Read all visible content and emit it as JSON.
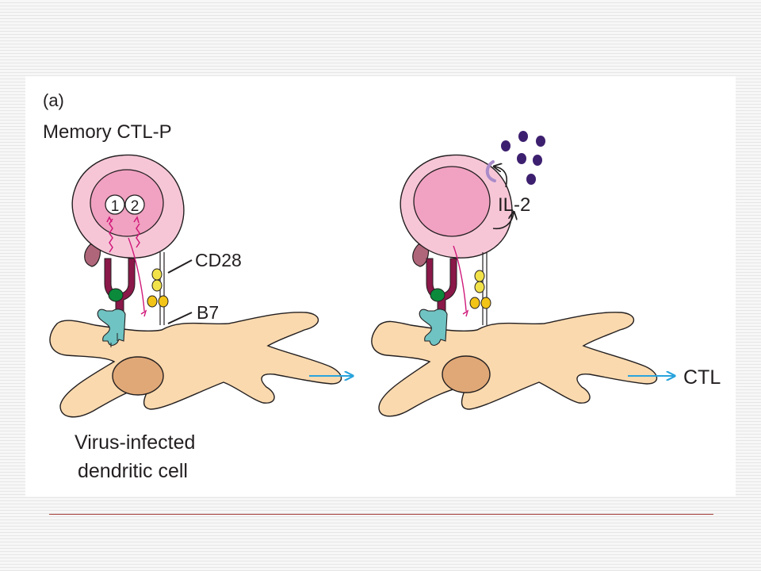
{
  "figure": {
    "panel_label": "(a)",
    "cell_title": "Memory CTL-P",
    "signal_1": "1",
    "signal_2": "2",
    "cd28_label": "CD28",
    "b7_label": "B7",
    "il2_label": "IL-2",
    "result_label": "CTL",
    "dc_label_line1": "Virus-infected",
    "dc_label_line2": "dendritic cell"
  },
  "colors": {
    "cell_outer": "#f6c6d7",
    "cell_inner": "#f1a1c1",
    "cell_outline": "#231f20",
    "dendritic_cell": "#fad9ae",
    "dc_nucleus": "#e0a877",
    "tcr": "#8a1848",
    "mhc": "#6fc3c2",
    "antigen": "#0b8a3c",
    "cd28": "#f2e24a",
    "b7": "#f2c417",
    "il2": "#3d1f6f",
    "signal_arrow": "#d0197a",
    "process_arrow": "#29a3dc",
    "receptor_arc": "#a98bc9",
    "cd4_stub": "#b0667a",
    "footer_rule": "#a8413a"
  }
}
